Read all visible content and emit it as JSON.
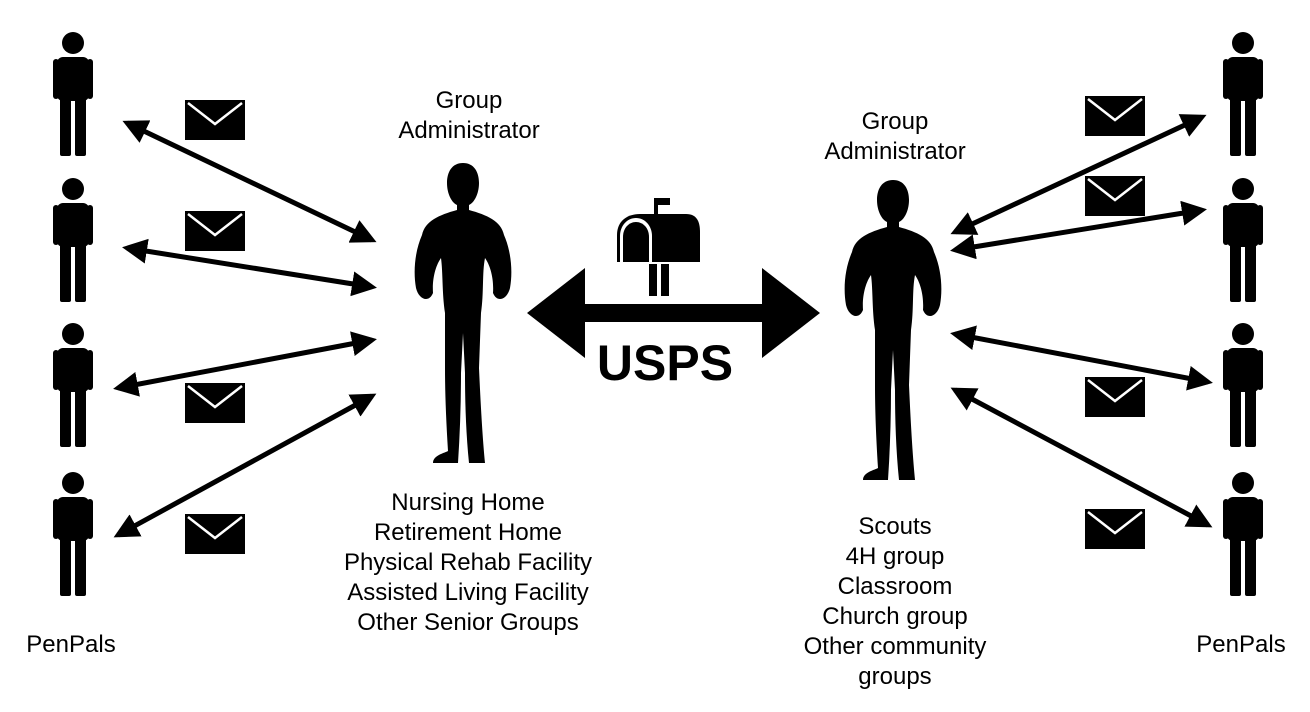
{
  "left_admin": {
    "title_line1": "Group",
    "title_line2": "Administrator"
  },
  "right_admin": {
    "title_line1": "Group",
    "title_line2": "Administrator"
  },
  "left_groups": [
    "Nursing Home",
    "Retirement Home",
    "Physical Rehab Facility",
    "Assisted Living Facility",
    "Other Senior Groups"
  ],
  "right_groups": [
    "Scouts",
    "4H group",
    "Classroom",
    "Church group",
    "Other community",
    "groups"
  ],
  "left_penpals_label": "PenPals",
  "right_penpals_label": "PenPals",
  "mail_service_label": "USPS",
  "icons": [
    "person-icon",
    "envelope-icon",
    "mailbox-icon",
    "silhouette-icon"
  ],
  "colors": {
    "ink": "#000000",
    "background": "#ffffff"
  }
}
